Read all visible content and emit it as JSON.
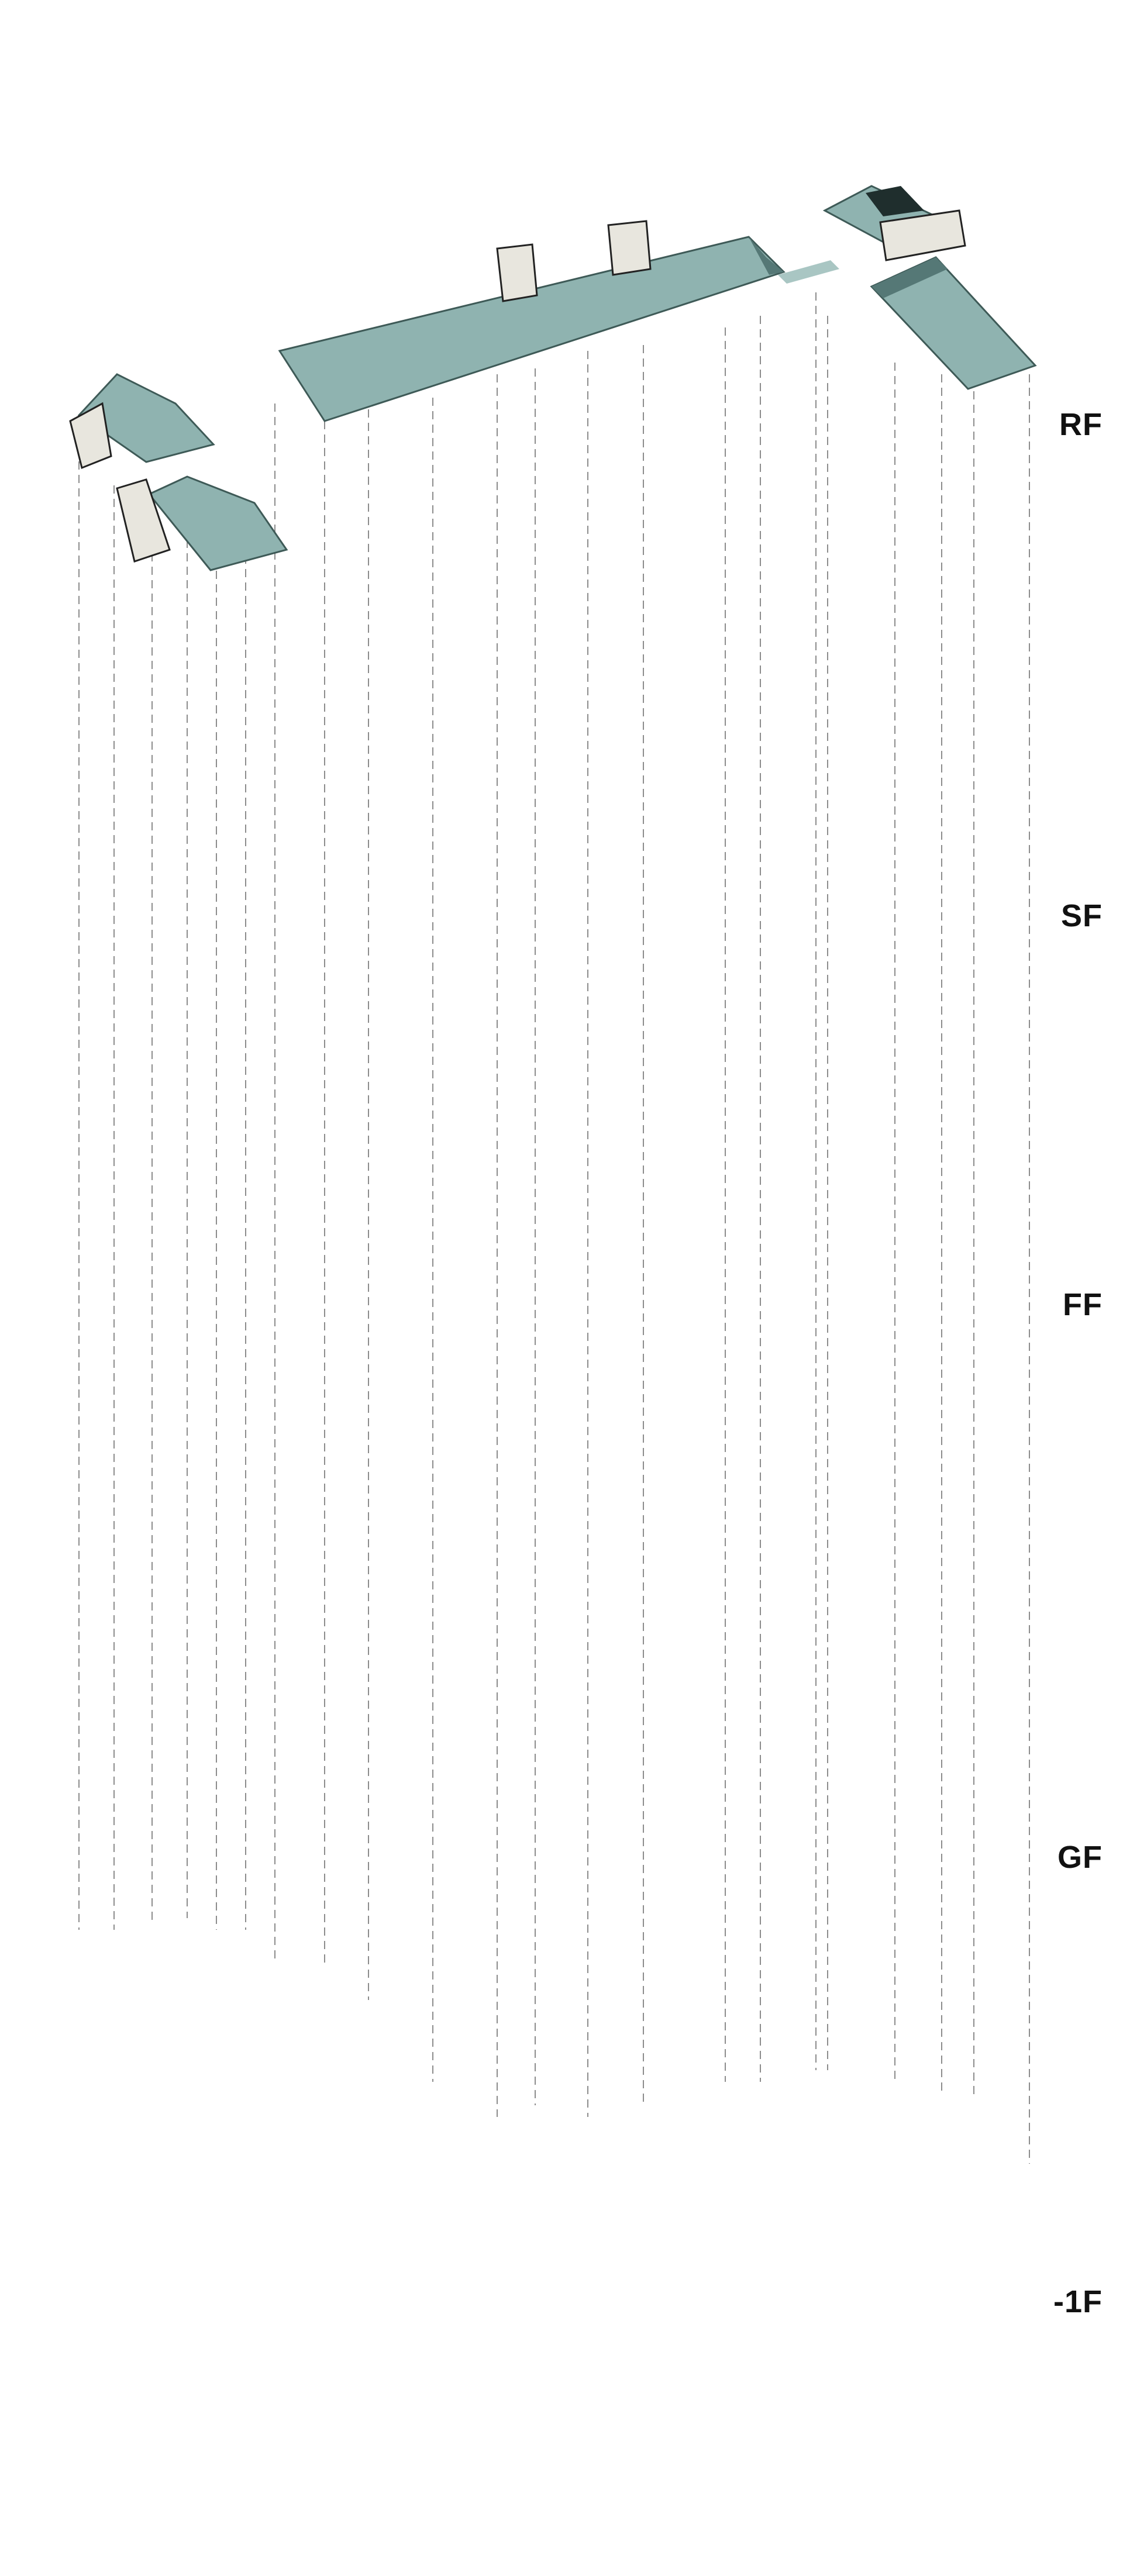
{
  "levels": {
    "rf": "RF",
    "sf": "SF",
    "ff": "FF",
    "gf": "GF",
    "b1": "-1F"
  },
  "colors": {
    "roof": "#8fb3b0",
    "timber_floor": "#c9b48a",
    "planting": "#2fd36b",
    "walls": "#d8d6d0",
    "ink": "#111111"
  }
}
